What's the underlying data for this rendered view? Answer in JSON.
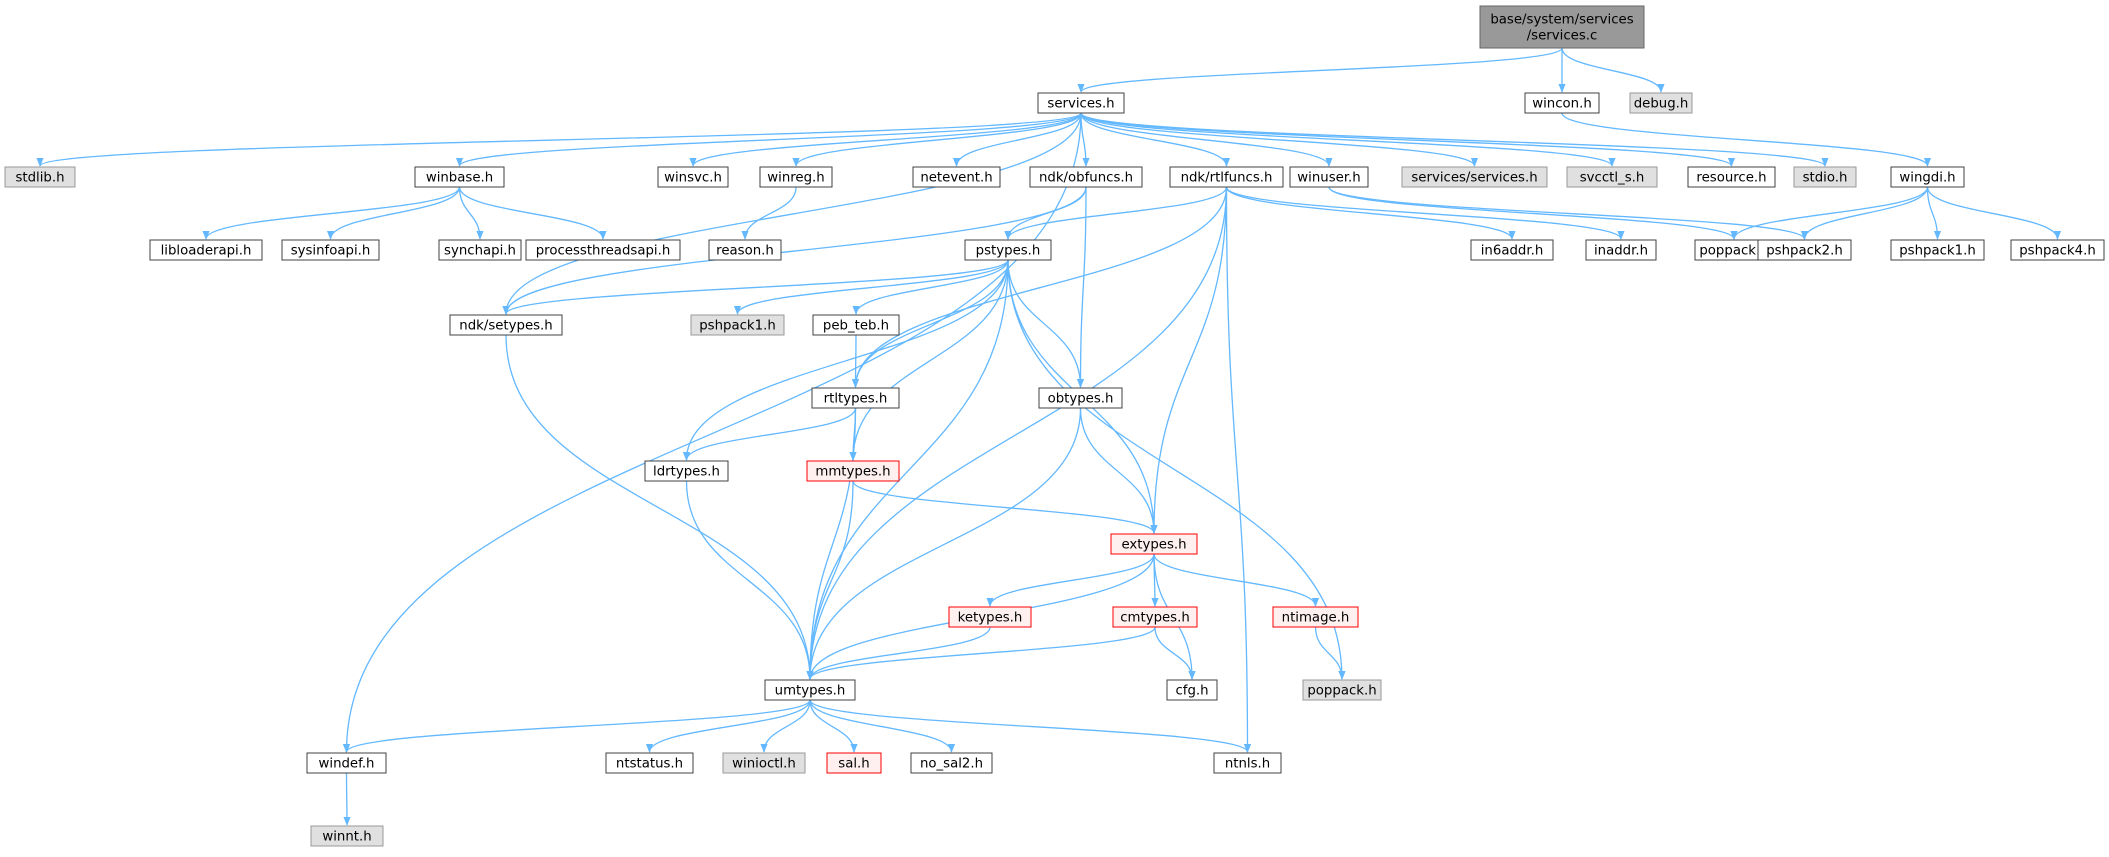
{
  "colors": {
    "edge": "#63b8ff",
    "red_border": "#ff0000",
    "root_fill": "#999999",
    "grey_fill": "#e0e0e0"
  },
  "nodes": [
    {
      "id": "services_c",
      "lines": [
        "base/system/services",
        "/services.c"
      ],
      "style": "root"
    },
    {
      "id": "services_h",
      "lines": [
        "services.h"
      ],
      "style": "normal"
    },
    {
      "id": "wincon_h",
      "lines": [
        "wincon.h"
      ],
      "style": "normal"
    },
    {
      "id": "debug_h",
      "lines": [
        "debug.h"
      ],
      "style": "grey"
    },
    {
      "id": "stdlib_h",
      "lines": [
        "stdlib.h"
      ],
      "style": "grey"
    },
    {
      "id": "winbase_h",
      "lines": [
        "winbase.h"
      ],
      "style": "normal"
    },
    {
      "id": "winsvc_h",
      "lines": [
        "winsvc.h"
      ],
      "style": "normal"
    },
    {
      "id": "winreg_h",
      "lines": [
        "winreg.h"
      ],
      "style": "normal"
    },
    {
      "id": "netevent_h",
      "lines": [
        "netevent.h"
      ],
      "style": "normal"
    },
    {
      "id": "ndk_obfuncs_h",
      "lines": [
        "ndk/obfuncs.h"
      ],
      "style": "normal"
    },
    {
      "id": "ndk_rtlfuncs_h",
      "lines": [
        "ndk/rtlfuncs.h"
      ],
      "style": "normal"
    },
    {
      "id": "winuser_h",
      "lines": [
        "winuser.h"
      ],
      "style": "normal"
    },
    {
      "id": "services_services_h",
      "lines": [
        "services/services.h"
      ],
      "style": "grey"
    },
    {
      "id": "svcctl_s_h",
      "lines": [
        "svcctl_s.h"
      ],
      "style": "grey"
    },
    {
      "id": "resource_h",
      "lines": [
        "resource.h"
      ],
      "style": "normal"
    },
    {
      "id": "stdio_h",
      "lines": [
        "stdio.h"
      ],
      "style": "grey"
    },
    {
      "id": "wingdi_h",
      "lines": [
        "wingdi.h"
      ],
      "style": "normal"
    },
    {
      "id": "libloaderapi_h",
      "lines": [
        "libloaderapi.h"
      ],
      "style": "normal"
    },
    {
      "id": "sysinfoapi_h",
      "lines": [
        "sysinfoapi.h"
      ],
      "style": "normal"
    },
    {
      "id": "synchapi_h",
      "lines": [
        "synchapi.h"
      ],
      "style": "normal"
    },
    {
      "id": "processthreadsapi_h",
      "lines": [
        "processthreadsapi.h"
      ],
      "style": "normal"
    },
    {
      "id": "reason_h",
      "lines": [
        "reason.h"
      ],
      "style": "normal"
    },
    {
      "id": "pstypes_h",
      "lines": [
        "pstypes.h"
      ],
      "style": "normal"
    },
    {
      "id": "in6addr_h",
      "lines": [
        "in6addr.h"
      ],
      "style": "normal"
    },
    {
      "id": "inaddr_h",
      "lines": [
        "inaddr.h"
      ],
      "style": "normal"
    },
    {
      "id": "poppack_h_top",
      "lines": [
        "poppack.h"
      ],
      "style": "normal"
    },
    {
      "id": "pshpack2_h",
      "lines": [
        "pshpack2.h"
      ],
      "style": "normal"
    },
    {
      "id": "pshpack1_h_right",
      "lines": [
        "pshpack1.h"
      ],
      "style": "normal"
    },
    {
      "id": "pshpack4_h",
      "lines": [
        "pshpack4.h"
      ],
      "style": "normal"
    },
    {
      "id": "ndk_setypes_h",
      "lines": [
        "ndk/setypes.h"
      ],
      "style": "normal"
    },
    {
      "id": "pshpack1_h_mid",
      "lines": [
        "pshpack1.h"
      ],
      "style": "grey"
    },
    {
      "id": "peb_teb_h",
      "lines": [
        "peb_teb.h"
      ],
      "style": "normal"
    },
    {
      "id": "rtltypes_h",
      "lines": [
        "rtltypes.h"
      ],
      "style": "normal"
    },
    {
      "id": "obtypes_h",
      "lines": [
        "obtypes.h"
      ],
      "style": "normal"
    },
    {
      "id": "ldrtypes_h",
      "lines": [
        "ldrtypes.h"
      ],
      "style": "normal"
    },
    {
      "id": "mmtypes_h",
      "lines": [
        "mmtypes.h"
      ],
      "style": "red"
    },
    {
      "id": "extypes_h",
      "lines": [
        "extypes.h"
      ],
      "style": "red"
    },
    {
      "id": "ketypes_h",
      "lines": [
        "ketypes.h"
      ],
      "style": "red"
    },
    {
      "id": "cmtypes_h",
      "lines": [
        "cmtypes.h"
      ],
      "style": "red"
    },
    {
      "id": "ntimage_h",
      "lines": [
        "ntimage.h"
      ],
      "style": "red"
    },
    {
      "id": "umtypes_h",
      "lines": [
        "umtypes.h"
      ],
      "style": "normal"
    },
    {
      "id": "cfg_h",
      "lines": [
        "cfg.h"
      ],
      "style": "normal"
    },
    {
      "id": "poppack_h_bottom",
      "lines": [
        "poppack.h"
      ],
      "style": "grey"
    },
    {
      "id": "windef_h",
      "lines": [
        "windef.h"
      ],
      "style": "normal"
    },
    {
      "id": "ntstatus_h",
      "lines": [
        "ntstatus.h"
      ],
      "style": "normal"
    },
    {
      "id": "winioctl_h",
      "lines": [
        "winioctl.h"
      ],
      "style": "grey"
    },
    {
      "id": "sal_h",
      "lines": [
        "sal.h"
      ],
      "style": "red"
    },
    {
      "id": "no_sal2_h",
      "lines": [
        "no_sal2.h"
      ],
      "style": "normal"
    },
    {
      "id": "ntnls_h",
      "lines": [
        "ntnls.h"
      ],
      "style": "normal"
    },
    {
      "id": "winnt_h",
      "lines": [
        "winnt.h"
      ],
      "style": "grey"
    }
  ],
  "edges": [
    [
      "services_c",
      "services_h"
    ],
    [
      "services_c",
      "wincon_h"
    ],
    [
      "services_c",
      "debug_h"
    ],
    [
      "services_h",
      "stdlib_h"
    ],
    [
      "services_h",
      "winbase_h"
    ],
    [
      "services_h",
      "winsvc_h"
    ],
    [
      "services_h",
      "winreg_h"
    ],
    [
      "services_h",
      "netevent_h"
    ],
    [
      "services_h",
      "ndk_obfuncs_h"
    ],
    [
      "services_h",
      "ndk_rtlfuncs_h"
    ],
    [
      "services_h",
      "winuser_h"
    ],
    [
      "services_h",
      "services_services_h"
    ],
    [
      "services_h",
      "svcctl_s_h"
    ],
    [
      "services_h",
      "resource_h"
    ],
    [
      "services_h",
      "stdio_h"
    ],
    [
      "services_h",
      "windef_h"
    ],
    [
      "services_h",
      "ndk_setypes_h"
    ],
    [
      "wincon_h",
      "wingdi_h"
    ],
    [
      "winbase_h",
      "libloaderapi_h"
    ],
    [
      "winbase_h",
      "sysinfoapi_h"
    ],
    [
      "winbase_h",
      "synchapi_h"
    ],
    [
      "winbase_h",
      "processthreadsapi_h"
    ],
    [
      "winreg_h",
      "reason_h"
    ],
    [
      "ndk_obfuncs_h",
      "pstypes_h"
    ],
    [
      "ndk_obfuncs_h",
      "obtypes_h"
    ],
    [
      "ndk_obfuncs_h",
      "ndk_setypes_h"
    ],
    [
      "ndk_rtlfuncs_h",
      "pstypes_h"
    ],
    [
      "ndk_rtlfuncs_h",
      "in6addr_h"
    ],
    [
      "ndk_rtlfuncs_h",
      "inaddr_h"
    ],
    [
      "ndk_rtlfuncs_h",
      "rtltypes_h"
    ],
    [
      "ndk_rtlfuncs_h",
      "extypes_h"
    ],
    [
      "ndk_rtlfuncs_h",
      "umtypes_h"
    ],
    [
      "ndk_rtlfuncs_h",
      "ntnls_h"
    ],
    [
      "winuser_h",
      "poppack_h_top"
    ],
    [
      "winuser_h",
      "pshpack2_h"
    ],
    [
      "wingdi_h",
      "poppack_h_top"
    ],
    [
      "wingdi_h",
      "pshpack2_h"
    ],
    [
      "wingdi_h",
      "pshpack1_h_right"
    ],
    [
      "wingdi_h",
      "pshpack4_h"
    ],
    [
      "pstypes_h",
      "ndk_setypes_h"
    ],
    [
      "pstypes_h",
      "pshpack1_h_mid"
    ],
    [
      "pstypes_h",
      "peb_teb_h"
    ],
    [
      "pstypes_h",
      "rtltypes_h"
    ],
    [
      "pstypes_h",
      "obtypes_h"
    ],
    [
      "pstypes_h",
      "ldrtypes_h"
    ],
    [
      "pstypes_h",
      "mmtypes_h"
    ],
    [
      "pstypes_h",
      "extypes_h"
    ],
    [
      "pstypes_h",
      "umtypes_h"
    ],
    [
      "pstypes_h",
      "poppack_h_bottom"
    ],
    [
      "peb_teb_h",
      "rtltypes_h"
    ],
    [
      "rtltypes_h",
      "ldrtypes_h"
    ],
    [
      "rtltypes_h",
      "mmtypes_h"
    ],
    [
      "rtltypes_h",
      "umtypes_h"
    ],
    [
      "obtypes_h",
      "extypes_h"
    ],
    [
      "obtypes_h",
      "umtypes_h"
    ],
    [
      "ldrtypes_h",
      "umtypes_h"
    ],
    [
      "mmtypes_h",
      "extypes_h"
    ],
    [
      "mmtypes_h",
      "umtypes_h"
    ],
    [
      "extypes_h",
      "ketypes_h"
    ],
    [
      "extypes_h",
      "cmtypes_h"
    ],
    [
      "extypes_h",
      "ntimage_h"
    ],
    [
      "extypes_h",
      "cfg_h"
    ],
    [
      "extypes_h",
      "umtypes_h"
    ],
    [
      "ketypes_h",
      "umtypes_h"
    ],
    [
      "cmtypes_h",
      "umtypes_h"
    ],
    [
      "cmtypes_h",
      "cfg_h"
    ],
    [
      "ntimage_h",
      "poppack_h_bottom"
    ],
    [
      "ndk_setypes_h",
      "umtypes_h"
    ],
    [
      "umtypes_h",
      "windef_h"
    ],
    [
      "umtypes_h",
      "ntstatus_h"
    ],
    [
      "umtypes_h",
      "winioctl_h"
    ],
    [
      "umtypes_h",
      "sal_h"
    ],
    [
      "umtypes_h",
      "no_sal2_h"
    ],
    [
      "umtypes_h",
      "ntnls_h"
    ],
    [
      "windef_h",
      "winnt_h"
    ]
  ]
}
